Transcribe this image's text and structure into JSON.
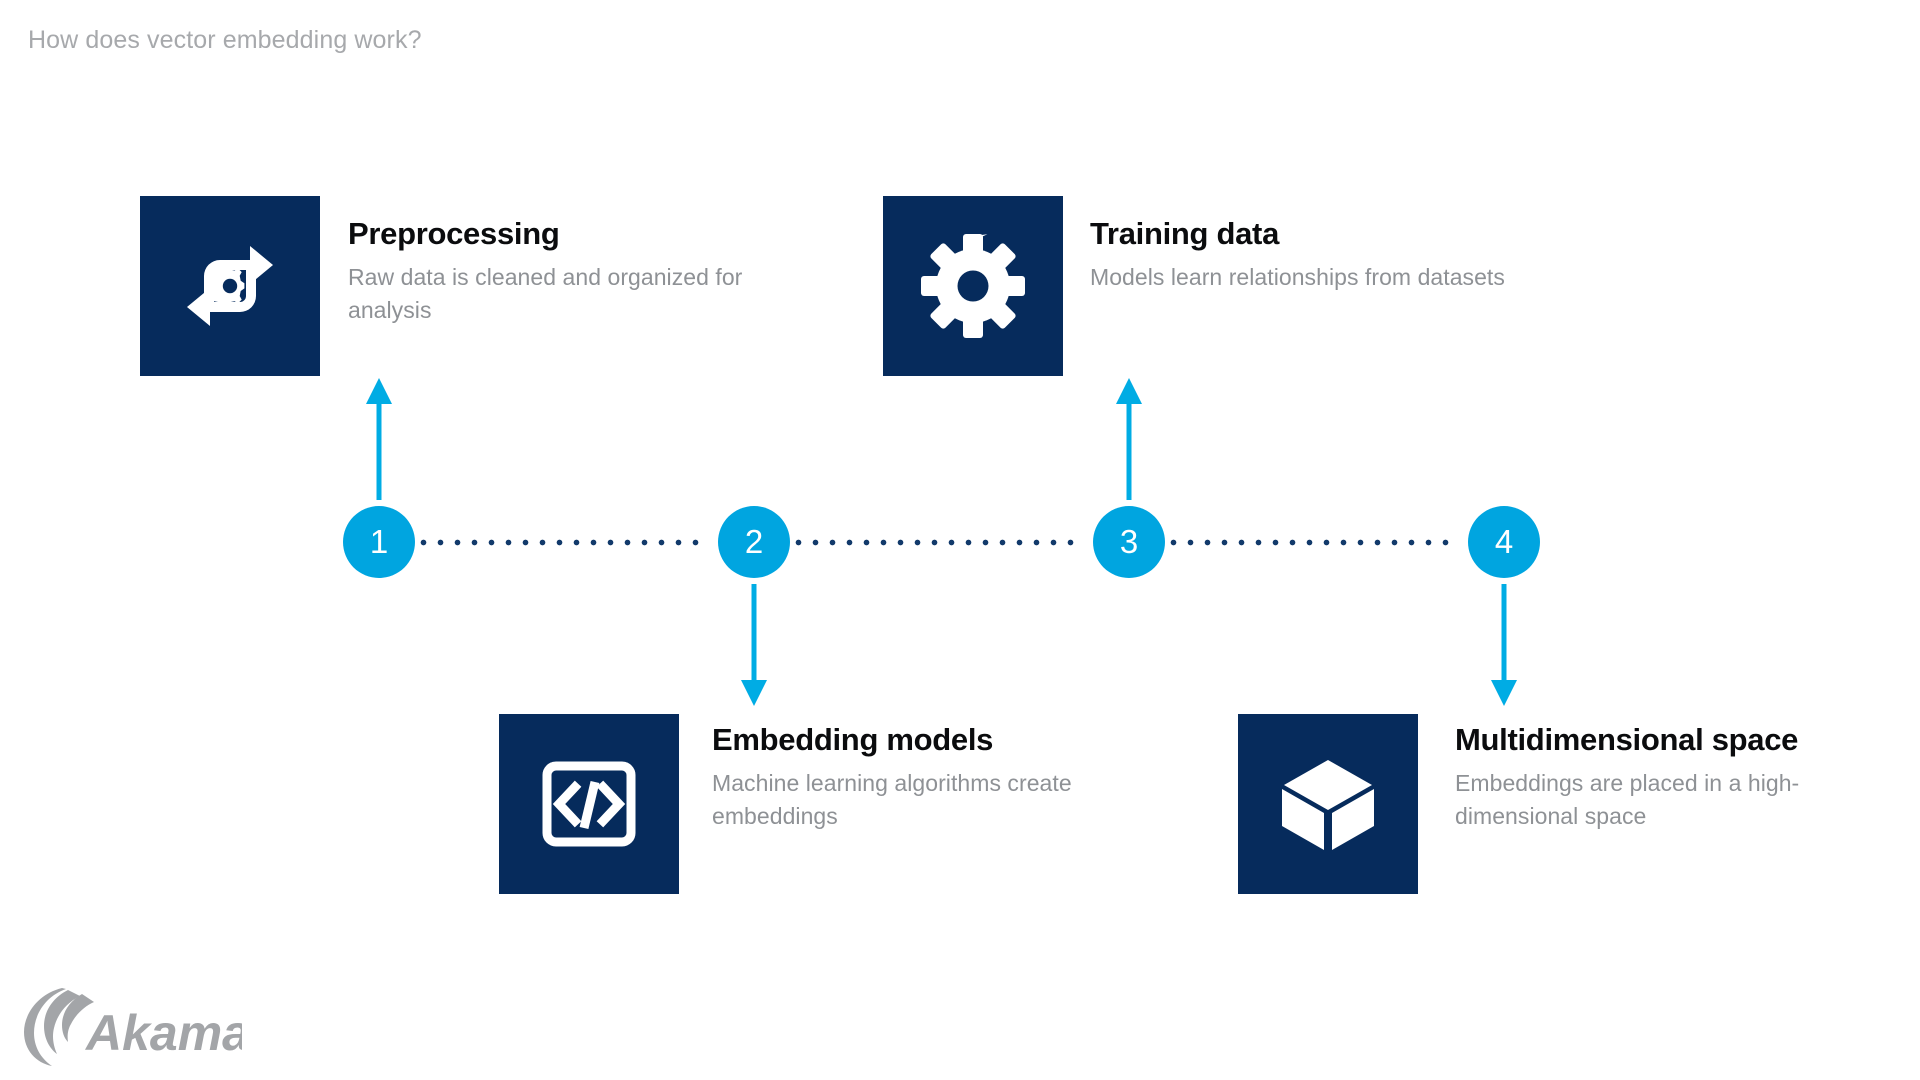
{
  "slide": {
    "title": "How does vector embedding work?",
    "brand": "Akamai",
    "colors": {
      "navy": "#062b5c",
      "cyan": "#00a5e0",
      "dot_navy": "#123a6b",
      "title_gray": "#a7a9ac",
      "body_gray": "#8e9195",
      "heading_black": "#0b0c0e",
      "background": "#ffffff"
    }
  },
  "steps": [
    {
      "number": "1",
      "title": "Preprocessing",
      "description": "Raw data is cleaned and organized for analysis",
      "icon": "sync-gear-icon",
      "position": "above"
    },
    {
      "number": "2",
      "title": "Embedding models",
      "description": "Machine learning algorithms create embeddings",
      "icon": "code-brackets-icon",
      "position": "below"
    },
    {
      "number": "3",
      "title": "Training data",
      "description": "Models learn relationships from datasets",
      "icon": "gear-icon",
      "position": "above"
    },
    {
      "number": "4",
      "title": "Multidimensional space",
      "description": "Embeddings are placed in a high-dimensional space",
      "icon": "cube-3d-icon",
      "position": "below"
    }
  ],
  "connectors": [
    {
      "from": "1",
      "to": "2",
      "style": "dotted"
    },
    {
      "from": "2",
      "to": "3",
      "style": "dotted"
    },
    {
      "from": "3",
      "to": "4",
      "style": "dotted"
    }
  ]
}
